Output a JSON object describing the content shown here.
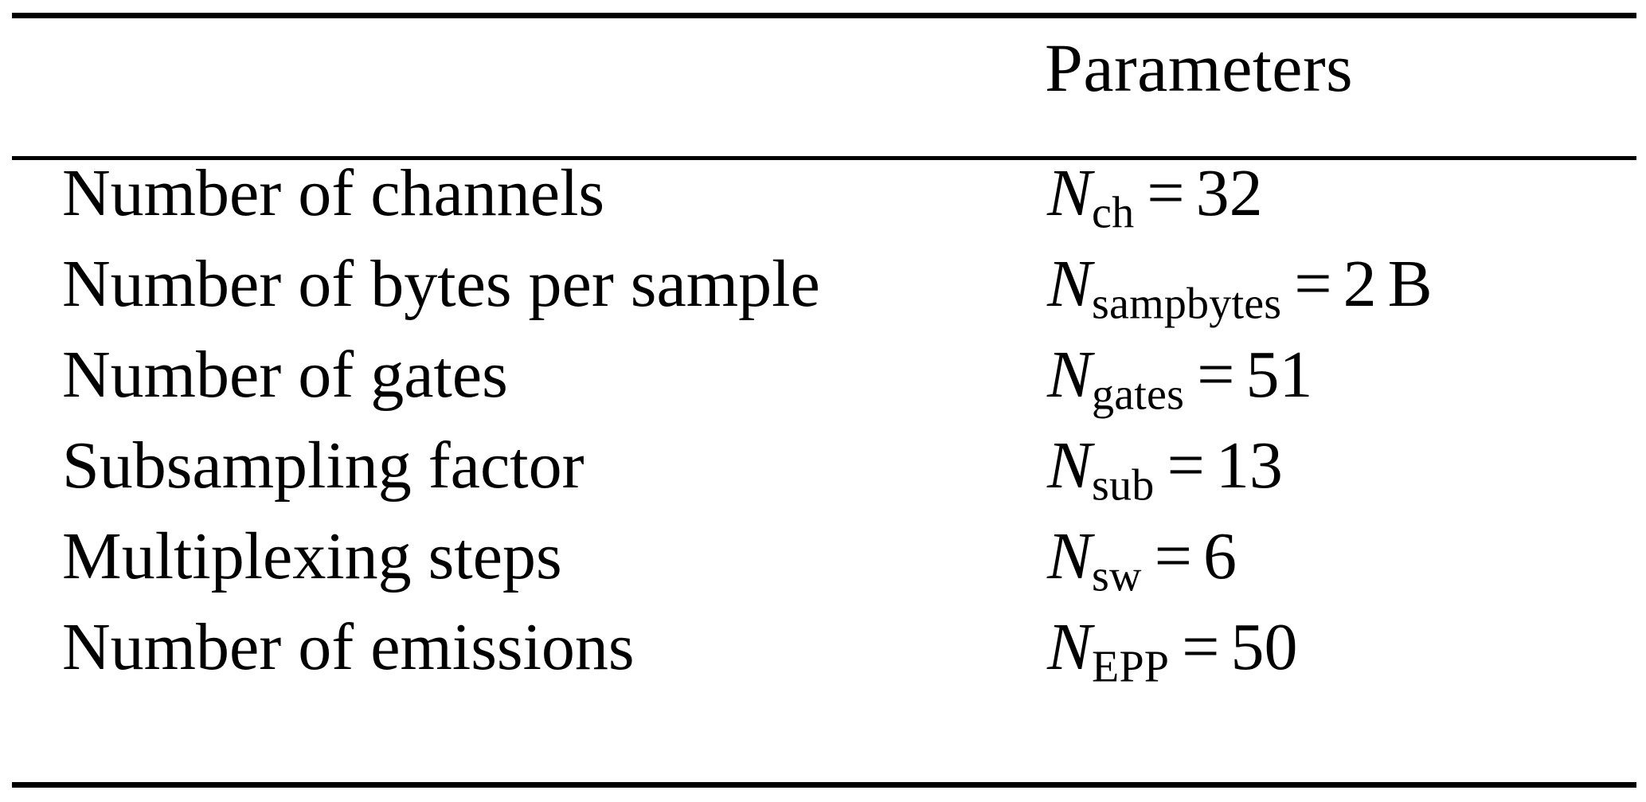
{
  "table": {
    "columns": [
      "",
      "Parameters"
    ],
    "header": {
      "col1_label": "",
      "col2_label": "Parameters"
    },
    "rules": {
      "top": true,
      "mid": true,
      "bottom": true
    },
    "rows": [
      {
        "label": "Number of channels",
        "symbol": "N",
        "subscript": "ch",
        "relation": "=",
        "value": "32",
        "unit": "",
        "value_text": "N_ch = 32"
      },
      {
        "label": "Number of bytes per sample",
        "symbol": "N",
        "subscript": "sampbytes",
        "relation": "=",
        "value": "2",
        "unit": "B",
        "value_text": "N_sampbytes = 2 B"
      },
      {
        "label": "Number of gates",
        "symbol": "N",
        "subscript": "gates",
        "relation": "=",
        "value": "51",
        "unit": "",
        "value_text": "N_gates = 51"
      },
      {
        "label": "Subsampling factor",
        "symbol": "N",
        "subscript": "sub",
        "relation": "=",
        "value": "13",
        "unit": "",
        "value_text": "N_sub = 13"
      },
      {
        "label": "Multiplexing steps",
        "symbol": "N",
        "subscript": "sw",
        "relation": "=",
        "value": "6",
        "unit": "",
        "value_text": "N_sw = 6"
      },
      {
        "label": "Number of emissions",
        "symbol": "N",
        "subscript": "EPP",
        "relation": "=",
        "value": "50",
        "unit": "",
        "value_text": "N_EPP = 50"
      }
    ]
  },
  "colors": {
    "text": "#000000",
    "background": "#ffffff",
    "rule": "#000000"
  }
}
